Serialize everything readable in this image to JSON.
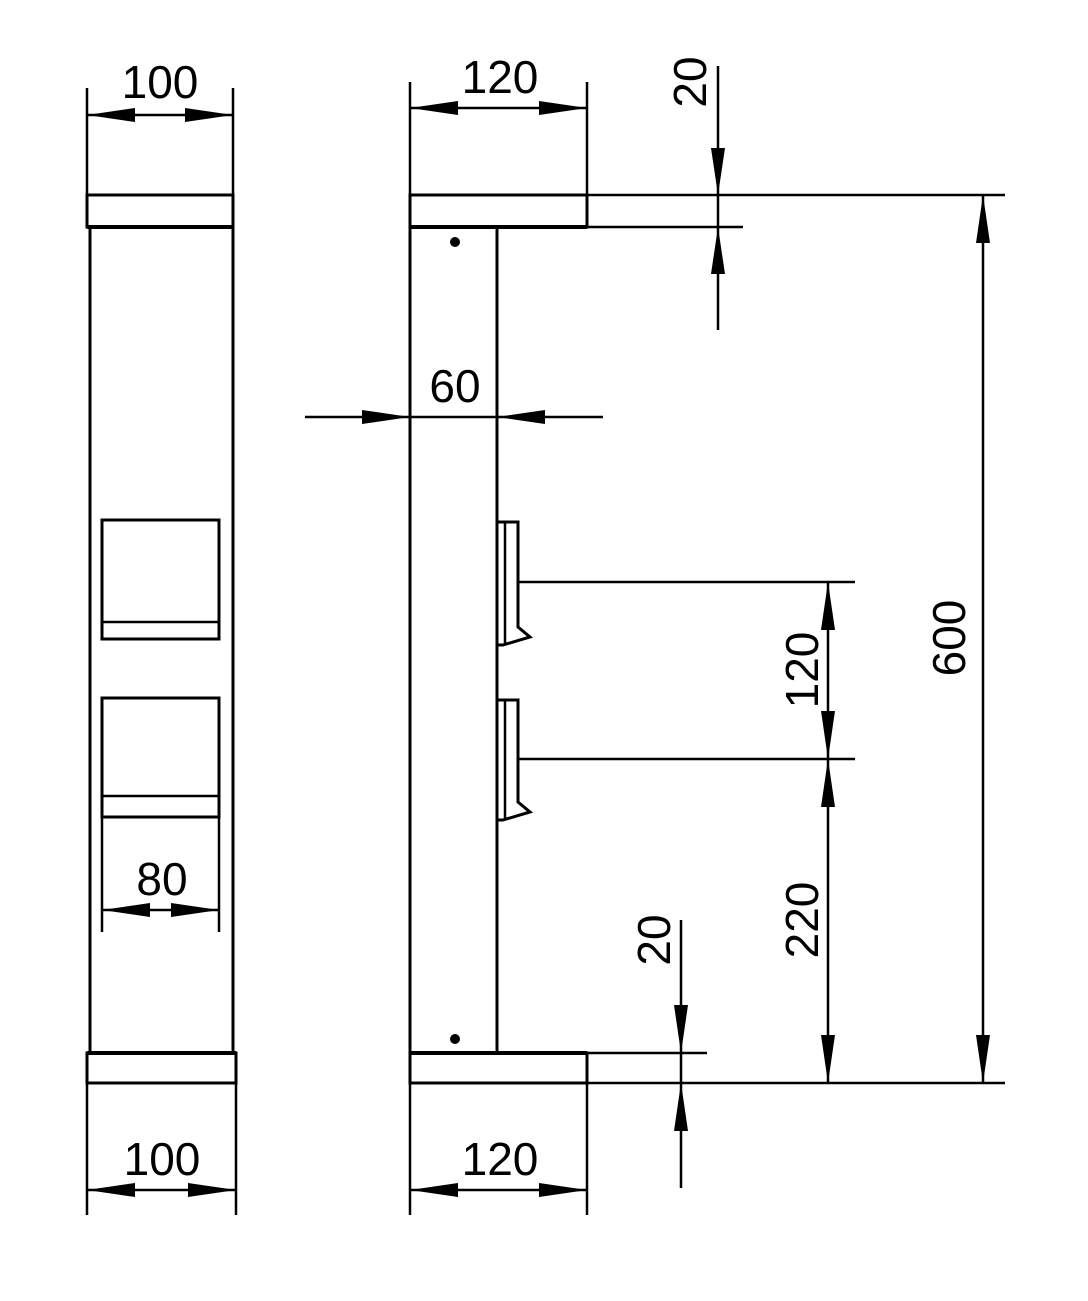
{
  "dimensions": {
    "front_top_width": "100",
    "front_bottom_width": "100",
    "front_box_width": "80",
    "side_top_width": "120",
    "side_bottom_width": "120",
    "side_depth": "60",
    "top_flange_thickness": "20",
    "bottom_flange_thickness": "20",
    "bracket_spacing": "120",
    "bracket_height_from_base": "220",
    "overall_height": "600"
  },
  "colors": {
    "line": "#000000",
    "background": "#ffffff"
  }
}
